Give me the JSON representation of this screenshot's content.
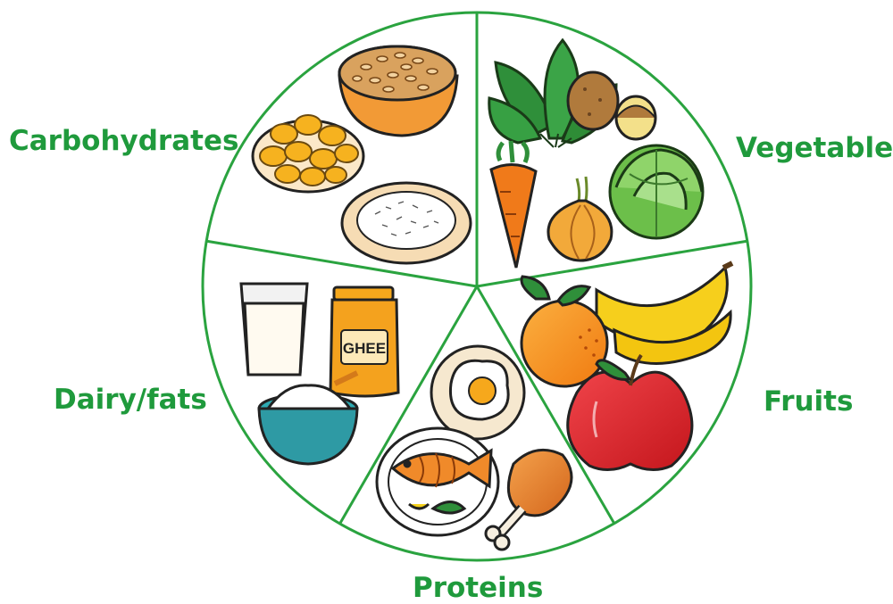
{
  "theme": {
    "label_color": "#1f9a3c",
    "line_color": "#2aa33f"
  },
  "sections": {
    "carbohydrates": {
      "label": "Carbohydrates",
      "icons": [
        "bowl-of-grains-icon",
        "chips-plate-icon",
        "rice-plate-icon"
      ]
    },
    "vegetables": {
      "label": "Vegetables",
      "icons": [
        "spinach-icon",
        "potato-icon",
        "carrot-icon",
        "onion-icon",
        "cabbage-icon"
      ]
    },
    "fruits": {
      "label": "Fruits",
      "icons": [
        "orange-icon",
        "banana-icon",
        "apple-icon"
      ]
    },
    "proteins": {
      "label": "Proteins",
      "icons": [
        "fried-egg-icon",
        "fish-plate-icon",
        "chicken-leg-icon"
      ]
    },
    "dairy_fats": {
      "label": "Dairy/fats",
      "icons": [
        "milk-glass-icon",
        "ghee-jar-icon",
        "yogurt-bowl-icon"
      ],
      "jar_label": "GHEE"
    }
  }
}
